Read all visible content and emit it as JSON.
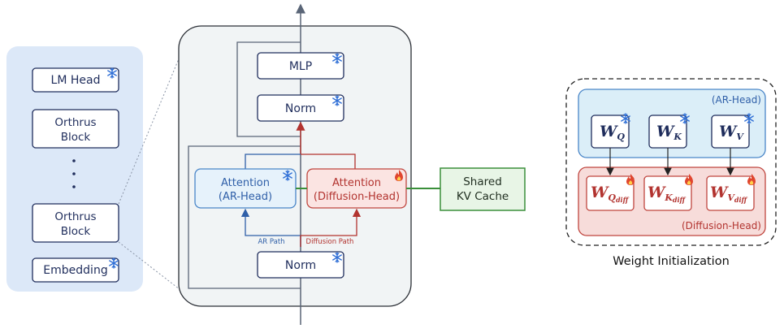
{
  "stack": {
    "lm_head": "LM Head",
    "orthrus_block_top": [
      "Orthrus",
      "Block"
    ],
    "dots": "·",
    "orthrus_block_bottom": [
      "Orthrus",
      "Block"
    ],
    "embedding": "Embedding"
  },
  "block": {
    "mlp": "MLP",
    "norm_top": "Norm",
    "attention_ar": [
      "Attention",
      "(AR-Head)"
    ],
    "attention_diff": [
      "Attention",
      "(Diffusion-Head)"
    ],
    "ar_path": "AR Path",
    "diffusion_path": "Diffusion Path",
    "norm_bottom": "Norm"
  },
  "shared_kv": [
    "Shared",
    "KV Cache"
  ],
  "weights": {
    "ar_head_label": "(AR-Head)",
    "diffusion_head_label": "(Diffusion-Head)",
    "w_letter": "W",
    "ar_subscripts": [
      "Q",
      "K",
      "V"
    ],
    "diff_subscripts": [
      "Q",
      "K",
      "V"
    ],
    "diff_suffix": "diff",
    "caption": "Weight Initialization"
  },
  "colors": {
    "frozen": "#2f6fd6",
    "trainable": "#e0462f",
    "ar_blue": "#2f5fa8",
    "diffusion_red": "#b2332f",
    "kv_green": "#3a8f3a"
  },
  "icons": {
    "frozen": "snowflake-icon",
    "trainable": "flame-icon"
  }
}
